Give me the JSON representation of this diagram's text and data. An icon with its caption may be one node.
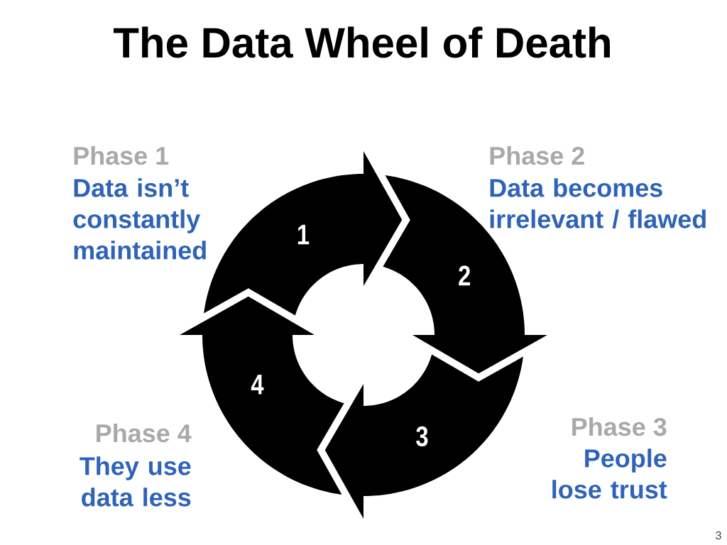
{
  "diagram": {
    "title": "The Data Wheel of Death",
    "nodes": [
      {
        "text": [
          "1"
        ],
        "beside": [
          "Phase 1",
          "Data isn’t constantly maintained"
        ]
      },
      {
        "text": [
          "2"
        ],
        "beside": [
          "Phase 2",
          "Data becomes irrelevant / flawed"
        ]
      },
      {
        "text": [
          "3"
        ],
        "beside": [
          "Phase 3",
          "People lose trust"
        ]
      },
      {
        "text": [
          "4"
        ],
        "beside": [
          "Phase 4",
          "They use data less"
        ]
      }
    ],
    "edges": [
      {
        "from": 0,
        "to": 1,
        "arrow": "to"
      },
      {
        "from": 1,
        "to": 2,
        "arrow": "to"
      },
      {
        "from": 2,
        "to": 3,
        "arrow": "to"
      },
      {
        "from": 3,
        "to": 0,
        "arrow": "to"
      }
    ],
    "labels": [
      "3"
    ]
  }
}
